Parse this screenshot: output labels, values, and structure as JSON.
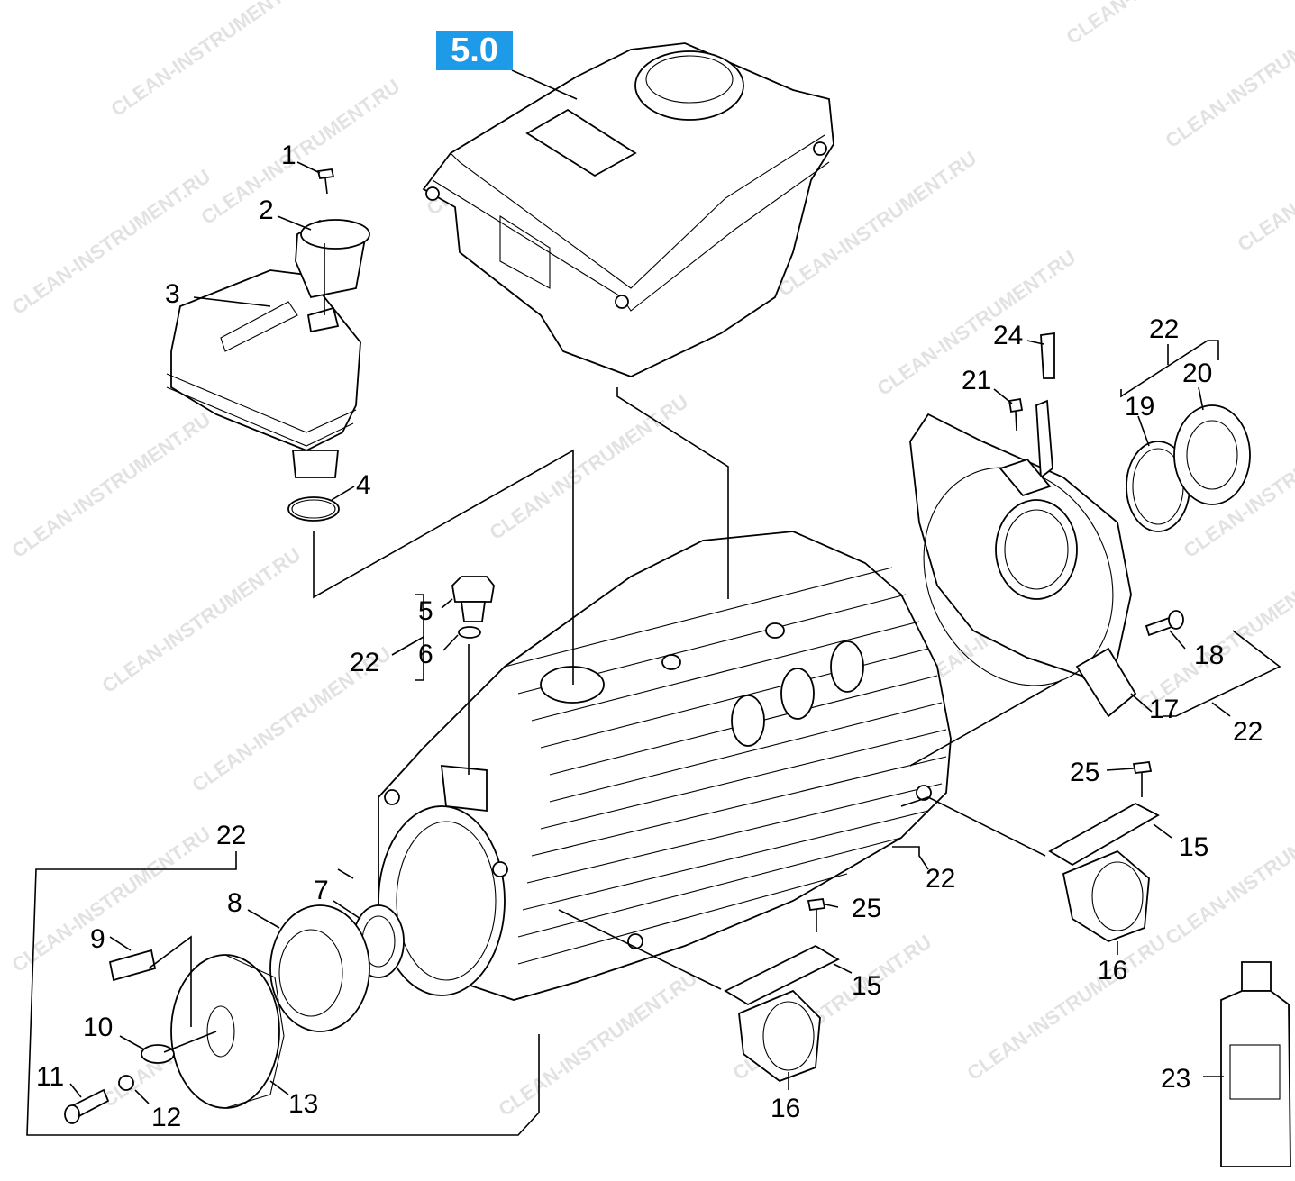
{
  "badge": {
    "text": "5.0",
    "color": "#1e9be8"
  },
  "watermark": {
    "text": "CLEAN-INSTRUMENT.RU"
  },
  "callouts": [
    {
      "id": "c1",
      "text": "1"
    },
    {
      "id": "c2",
      "text": "2"
    },
    {
      "id": "c3",
      "text": "3"
    },
    {
      "id": "c4",
      "text": "4"
    },
    {
      "id": "c5",
      "text": "5"
    },
    {
      "id": "c6",
      "text": "6"
    },
    {
      "id": "c22a",
      "text": "22"
    },
    {
      "id": "c24",
      "text": "24"
    },
    {
      "id": "c22b",
      "text": "22"
    },
    {
      "id": "c21",
      "text": "21"
    },
    {
      "id": "c19",
      "text": "19"
    },
    {
      "id": "c20",
      "text": "20"
    },
    {
      "id": "c18",
      "text": "18"
    },
    {
      "id": "c17",
      "text": "17"
    },
    {
      "id": "c22c",
      "text": "22"
    },
    {
      "id": "c25a",
      "text": "25"
    },
    {
      "id": "c15a",
      "text": "15"
    },
    {
      "id": "c22d",
      "text": "22"
    },
    {
      "id": "c16a",
      "text": "16"
    },
    {
      "id": "c22e",
      "text": "22"
    },
    {
      "id": "c7",
      "text": "7"
    },
    {
      "id": "c8",
      "text": "8"
    },
    {
      "id": "c9",
      "text": "9"
    },
    {
      "id": "c10",
      "text": "10"
    },
    {
      "id": "c11",
      "text": "11"
    },
    {
      "id": "c12",
      "text": "12"
    },
    {
      "id": "c13",
      "text": "13"
    },
    {
      "id": "c25b",
      "text": "25"
    },
    {
      "id": "c15b",
      "text": "15"
    },
    {
      "id": "c16b",
      "text": "16"
    },
    {
      "id": "c23",
      "text": "23"
    }
  ]
}
